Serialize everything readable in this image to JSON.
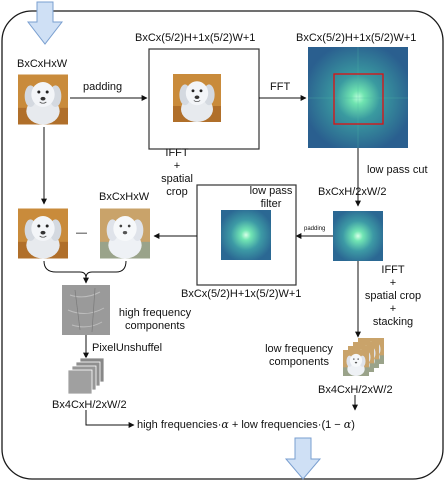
{
  "labels": {
    "input_shape": "BxCxHxW",
    "padding": "padding",
    "padded_shape": "BxCx(5/2)H+1x(5/2)W+1",
    "fft": "FFT",
    "fft_shape": "BxCx(5/2)H+1x(5/2)W+1",
    "low_pass_cut": "low pass cut",
    "cut_shape": "BxCxH/2xW/2",
    "low_pass_filter": "low pass\nfilter",
    "padding_small": "padding",
    "filter_shape": "BxCx(5/2)H+1x(5/2)W+1",
    "ifft_left": "IFFT\n+\nspatial\ncrop",
    "reconstructed_shape": "BxCxHxW",
    "minus": "—",
    "ifft_right": "IFFT\n+\nspatial crop\n+\nstacking",
    "high_freq": "high frequency\ncomponents",
    "pixel_unshuffle": "PixelUnshuffel",
    "hf_shape": "Bx4CxH/2xW/2",
    "low_freq": "low frequency\ncomponents",
    "lf_shape": "Bx4CxH/2xW/2",
    "formula_high": "high frequencies·",
    "alpha1": "α",
    "formula_plus": " + low frequencies·",
    "formula_paren_open": "(1 − ",
    "alpha2": "α",
    "formula_paren_close": ")"
  },
  "colors": {
    "module_border": "#1a1a1a",
    "io_arrow_fill": "#cfe0f5",
    "io_arrow_stroke": "#7a9fd0",
    "spectrum_bg": "#2f6f96",
    "spectrum_glow": "#6fe3b0",
    "cut_box": "#e01010",
    "hf_gray": "#9a9a9a",
    "dog_bg": "#c88a3a",
    "dog_fur": "#eef0f3"
  },
  "icons": [
    "input-arrow-icon",
    "output-arrow-icon"
  ]
}
